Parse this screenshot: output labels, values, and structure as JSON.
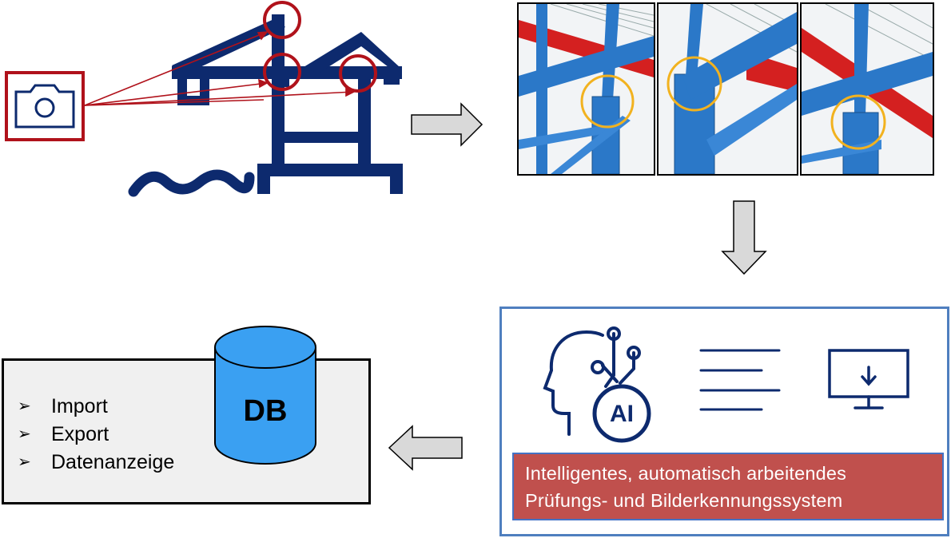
{
  "db_box": {
    "items": [
      "Import",
      "Export",
      "Datenanzeige"
    ],
    "bullet_glyph": "➢",
    "db_label": "DB"
  },
  "ai_box": {
    "caption_line1": "Intelligentes, automatisch arbeitendes",
    "caption_line2": "Prüfungs- und Bilderkennungssystem",
    "ai_label": "AI",
    "icons": [
      "ai-head-icon",
      "text-lines-icon",
      "monitor-download-icon"
    ]
  },
  "crane_panel": {
    "icons": [
      "camera-icon",
      "crane-icon",
      "water-waves-icon"
    ]
  },
  "colors": {
    "navy": "#0d2a6e",
    "dark_red": "#b0121b",
    "steel_blue": "#2b78c8",
    "beam_red": "#d42020",
    "highlight_yellow": "#f2b21f",
    "db_blue": "#3aa0f2",
    "caption_red": "#c0504d",
    "frame_blue": "#4f7fbf",
    "arrow_gray": "#d9d9d9"
  }
}
